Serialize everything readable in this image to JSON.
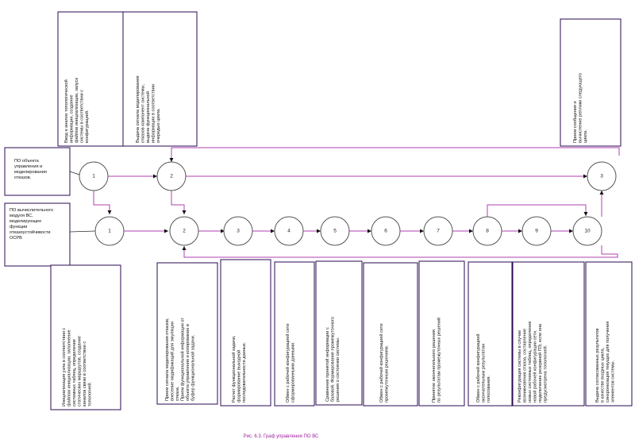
{
  "caption": "Рис. 6.3. Граф управления ПО ВС",
  "colors": {
    "edge": "#b040b0",
    "box_border": "#2a0a52",
    "caption": "#a020a0",
    "node_border": "#555555"
  },
  "side_labels": [
    {
      "id": "s1",
      "lines": [
        "ПО объекта",
        "управления и",
        "моделирования",
        "отказов."
      ]
    },
    {
      "id": "s2",
      "lines": [
        "ПО вычислительного",
        "модуля ВС,",
        "моделирующее",
        "функции",
        "отказоустойчивости",
        "ОСРВ"
      ]
    }
  ],
  "top_notes": [
    {
      "id": "t1",
      "lines": [
        "Ввод и анализ топологической",
        "информации, создание",
        "файлов инициализации, запуск",
        "системы в соответствии с",
        "конфигурацией."
      ]
    },
    {
      "id": "t2",
      "lines": [
        "Выдача сигнала моделирования",
        "отказов компонент системы,",
        "выдача функциональной",
        "информации в соответствии",
        "очередью цикла."
      ]
    },
    {
      "id": "t3",
      "lines": [
        "Прием сообщения и",
        "вычисление реплики следующего",
        "цикла."
      ]
    }
  ],
  "bottom_notes": [
    {
      "id": "b1",
      "lines": [
        "Инициализация узла в соответствии с",
        "файлом инициализации, заполнение",
        "системных таблиц, определение",
        "статических маршрутов, создание",
        "каналов связи в соответствии с",
        "топологией."
      ]
    },
    {
      "id": "b2",
      "lines": [
        "Прием сигнала моделирования отказов,",
        "внесение модификаций для эмуляции",
        "отказа.",
        "Прием функциональной информации от",
        "объекта управления и копирование в",
        "буфер функциональной задачи."
      ]
    },
    {
      "id": "b3",
      "lines": [
        "Расчет функциональной задачи,",
        "формирование выходной",
        "последовательности данных."
      ]
    },
    {
      "id": "b4",
      "lines": [
        "Обмен с рабочей конфигурацией сети",
        "сформированными данными."
      ]
    },
    {
      "id": "b5",
      "lines": [
        "Сравнение принятой информации с",
        "базовой. Формирование промежуточного",
        "решения о состоянии системы."
      ]
    },
    {
      "id": "b6",
      "lines": [
        "Обмен с рабочей конфигурацией сети",
        "промежуточным решением."
      ]
    },
    {
      "id": "b7",
      "lines": [
        "Принятие окончательного решения",
        "по результатам промежуточных решений"
      ]
    },
    {
      "id": "b8",
      "lines": [
        "Обмен с рабочей конфигурацией",
        "окончательным результатом",
        "голосования."
      ]
    },
    {
      "id": "b9",
      "lines": [
        "Реконфигурация системы в случае",
        "возникновения отказа, составление",
        "новых системных таблиц, определение",
        "новой рабочей конфигурации сети.",
        "подключение резервной ПЭ, если она",
        "предусмотрена топологией."
      ]
    },
    {
      "id": "b10",
      "lines": [
        "Выдача согласованных результатов",
        "в качестве входных цикла,",
        "синхронизация текущих для получения",
        "элементов системы."
      ]
    }
  ],
  "top_nodes": [
    "1",
    "2",
    "3"
  ],
  "bottom_nodes": [
    "1",
    "2",
    "3",
    "4",
    "5",
    "6",
    "7",
    "8",
    "9",
    "10"
  ]
}
